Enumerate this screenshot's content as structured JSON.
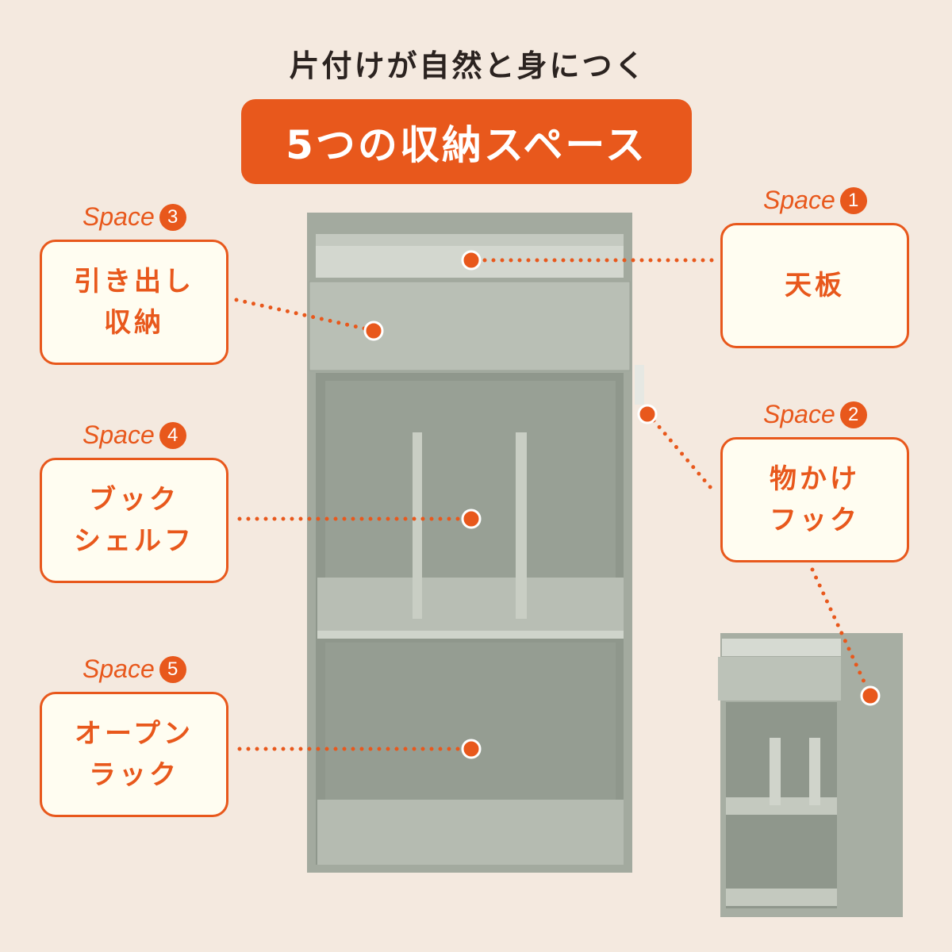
{
  "header": {
    "subtitle": "片付けが自然と身につく",
    "banner": "5つの収納スペース"
  },
  "spaces": [
    {
      "label": "Space",
      "number": "1",
      "lines": [
        "天板"
      ]
    },
    {
      "label": "Space",
      "number": "2",
      "lines": [
        "物かけ",
        "フック"
      ]
    },
    {
      "label": "Space",
      "number": "3",
      "lines": [
        "引き出し",
        "収納"
      ]
    },
    {
      "label": "Space",
      "number": "4",
      "lines": [
        "ブック",
        "シェルフ"
      ]
    },
    {
      "label": "Space",
      "number": "5",
      "lines": [
        "オープン",
        "ラック"
      ]
    }
  ],
  "colors": {
    "accent": "#e8581c",
    "background": "#f4e9df",
    "box": "#fffdf1",
    "cabinet": "#a9b0a6"
  }
}
